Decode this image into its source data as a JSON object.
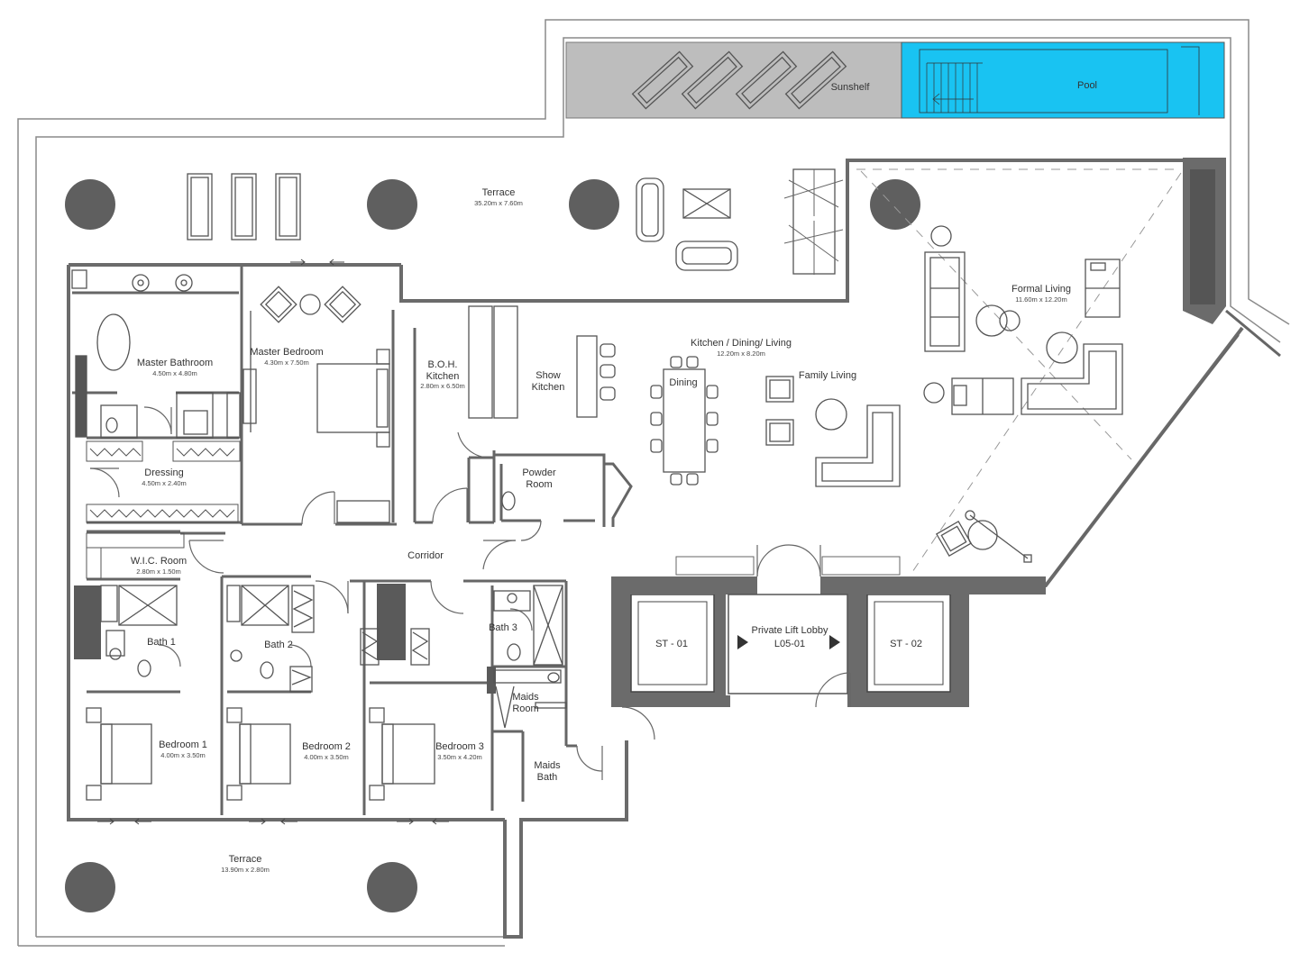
{
  "colors": {
    "wall": "#6b6b6b",
    "wall_dark": "#555555",
    "line": "#777777",
    "furniture": "#555555",
    "pool": "#19c3f2",
    "sunshelf": "#bdbdbd",
    "column": "#5f5f5f"
  },
  "rooms": {
    "sunshelf": {
      "name": "Sunshelf",
      "dims": ""
    },
    "pool": {
      "name": "Pool",
      "dims": ""
    },
    "terrace_top": {
      "name": "Terrace",
      "dims": "35.20m x 7.60m"
    },
    "formal_living": {
      "name": "Formal Living",
      "dims": "11.60m x 12.20m"
    },
    "master_bathroom": {
      "name": "Master Bathroom",
      "dims": "4.50m x 4.80m"
    },
    "master_bedroom": {
      "name": "Master Bedroom",
      "dims": "4.30m x 7.50m"
    },
    "boh_kitchen": {
      "name": "B.O.H. Kitchen",
      "dims": "2.80m x 6.50m"
    },
    "show_kitchen": {
      "name": "Show Kitchen",
      "dims": ""
    },
    "kitchen_dining": {
      "name": "Kitchen / Dining/ Living",
      "dims": "12.20m x 8.20m"
    },
    "dining": {
      "name": "Dining",
      "dims": ""
    },
    "family_living": {
      "name": "Family Living",
      "dims": ""
    },
    "dressing": {
      "name": "Dressing",
      "dims": "4.50m x 2.40m"
    },
    "powder_room": {
      "name": "Powder Room",
      "dims": ""
    },
    "corridor": {
      "name": "Corridor",
      "dims": ""
    },
    "wic_room": {
      "name": "W.I.C. Room",
      "dims": "2.80m x 1.50m"
    },
    "bath1": {
      "name": "Bath 1",
      "dims": ""
    },
    "bath2": {
      "name": "Bath 2",
      "dims": ""
    },
    "bath3": {
      "name": "Bath 3",
      "dims": ""
    },
    "maids_room": {
      "name": "Maids Room",
      "dims": ""
    },
    "maids_bath": {
      "name": "Maids Bath",
      "dims": ""
    },
    "st01": {
      "name": "ST - 01",
      "dims": ""
    },
    "st02": {
      "name": "ST - 02",
      "dims": ""
    },
    "lift_lobby": {
      "name": "Private Lift Lobby",
      "dims": "L05-01"
    },
    "bedroom1": {
      "name": "Bedroom 1",
      "dims": "4.00m x 3.50m"
    },
    "bedroom2": {
      "name": "Bedroom 2",
      "dims": "4.00m x 3.50m"
    },
    "bedroom3": {
      "name": "Bedroom 3",
      "dims": "3.50m x 4.20m"
    },
    "terrace_bottom": {
      "name": "Terrace",
      "dims": "13.90m x 2.80m"
    }
  }
}
